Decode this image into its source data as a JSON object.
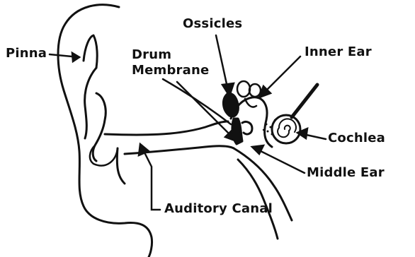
{
  "labels": {
    "ossicles": "Ossicles",
    "pinna": "Pinna",
    "drum_line1": "Drum",
    "drum_line2": "Membrane",
    "inner_ear": "Inner Ear",
    "cochlea": "Cochlea",
    "middle_ear": "Middle Ear",
    "auditory_canal": "Auditory Canal"
  },
  "colors": {
    "ink": "#111111",
    "background": "#ffffff"
  }
}
